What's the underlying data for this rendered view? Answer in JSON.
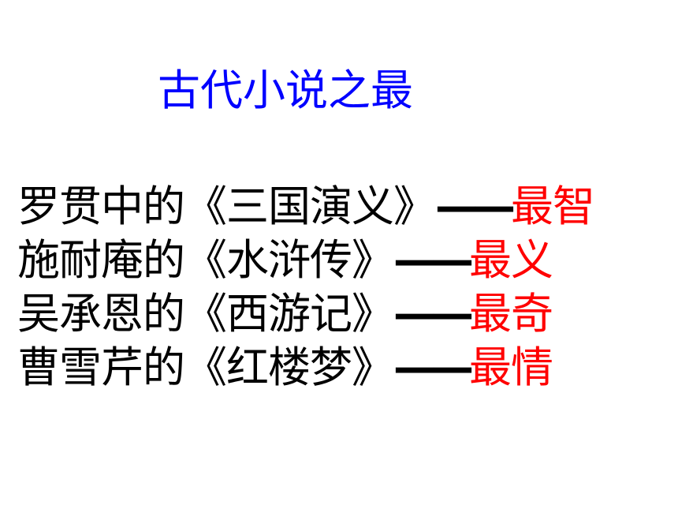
{
  "slide": {
    "title": "古代小说之最",
    "items": [
      {
        "author_work": "罗贯中的《三国演义》",
        "dash": "——",
        "verdict": "最智"
      },
      {
        "author_work": "施耐庵的《水浒传》",
        "dash": "——",
        "verdict": "最义"
      },
      {
        "author_work": "吴承恩的《西游记》",
        "dash": "——",
        "verdict": "最奇"
      },
      {
        "author_work": "曹雪芹的《红楼梦》",
        "dash": "——",
        "verdict": "最情"
      }
    ]
  },
  "colors": {
    "title": "#0000ff",
    "body_text": "#000000",
    "verdict": "#ff0000",
    "background": "#ffffff"
  }
}
